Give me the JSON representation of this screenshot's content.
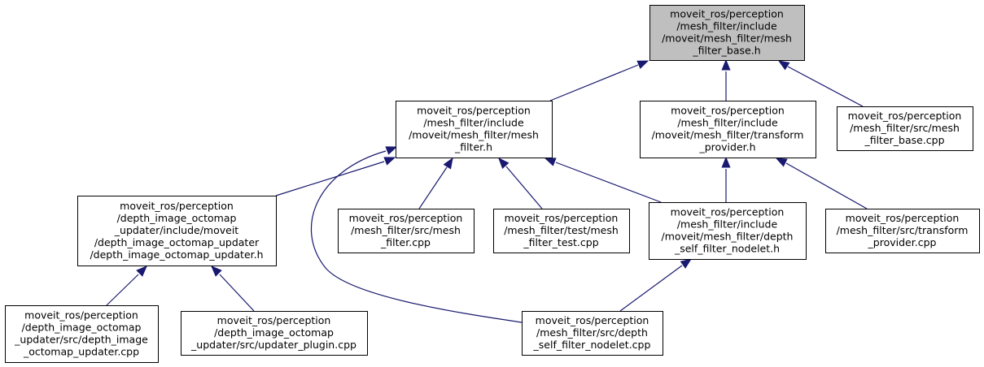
{
  "nodes": [
    {
      "id": "root",
      "lines": [
        "moveit_ros/perception",
        "/mesh_filter/include",
        "/moveit/mesh_filter/mesh",
        "_filter_base.h"
      ]
    },
    {
      "id": "mesh_filter_h",
      "lines": [
        "moveit_ros/perception",
        "/mesh_filter/include",
        "/moveit/mesh_filter/mesh",
        "_filter.h"
      ]
    },
    {
      "id": "transform_provider_h",
      "lines": [
        "moveit_ros/perception",
        "/mesh_filter/include",
        "/moveit/mesh_filter/transform",
        "_provider.h"
      ]
    },
    {
      "id": "mesh_filter_base_cpp",
      "lines": [
        "moveit_ros/perception",
        "/mesh_filter/src/mesh",
        "_filter_base.cpp"
      ]
    },
    {
      "id": "depth_image_octomap_updater_h",
      "lines": [
        "moveit_ros/perception",
        "/depth_image_octomap",
        "_updater/include/moveit",
        "/depth_image_octomap_updater",
        "/depth_image_octomap_updater.h"
      ]
    },
    {
      "id": "mesh_filter_cpp",
      "lines": [
        "moveit_ros/perception",
        "/mesh_filter/src/mesh",
        "_filter.cpp"
      ]
    },
    {
      "id": "mesh_filter_test_cpp",
      "lines": [
        "moveit_ros/perception",
        "/mesh_filter/test/mesh",
        "_filter_test.cpp"
      ]
    },
    {
      "id": "depth_self_filter_nodelet_h",
      "lines": [
        "moveit_ros/perception",
        "/mesh_filter/include",
        "/moveit/mesh_filter/depth",
        "_self_filter_nodelet.h"
      ]
    },
    {
      "id": "transform_provider_cpp",
      "lines": [
        "moveit_ros/perception",
        "/mesh_filter/src/transform",
        "_provider.cpp"
      ]
    },
    {
      "id": "depth_image_octomap_updater_cpp",
      "lines": [
        "moveit_ros/perception",
        "/depth_image_octomap",
        "_updater/src/depth_image",
        "_octomap_updater.cpp"
      ]
    },
    {
      "id": "updater_plugin_cpp",
      "lines": [
        "moveit_ros/perception",
        "/depth_image_octomap",
        "_updater/src/updater_plugin.cpp"
      ]
    },
    {
      "id": "depth_self_filter_nodelet_cpp",
      "lines": [
        "moveit_ros/perception",
        "/mesh_filter/src/depth",
        "_self_filter_nodelet.cpp"
      ]
    }
  ],
  "edges": [
    {
      "from": "mesh_filter_h",
      "to": "root"
    },
    {
      "from": "transform_provider_h",
      "to": "root"
    },
    {
      "from": "mesh_filter_base_cpp",
      "to": "root"
    },
    {
      "from": "depth_image_octomap_updater_h",
      "to": "mesh_filter_h"
    },
    {
      "from": "mesh_filter_cpp",
      "to": "mesh_filter_h"
    },
    {
      "from": "mesh_filter_test_cpp",
      "to": "mesh_filter_h"
    },
    {
      "from": "depth_self_filter_nodelet_h",
      "to": "mesh_filter_h"
    },
    {
      "from": "depth_self_filter_nodelet_cpp",
      "to": "mesh_filter_h"
    },
    {
      "from": "depth_self_filter_nodelet_h",
      "to": "transform_provider_h"
    },
    {
      "from": "transform_provider_cpp",
      "to": "transform_provider_h"
    },
    {
      "from": "depth_image_octomap_updater_cpp",
      "to": "depth_image_octomap_updater_h"
    },
    {
      "from": "updater_plugin_cpp",
      "to": "depth_image_octomap_updater_h"
    },
    {
      "from": "depth_self_filter_nodelet_cpp",
      "to": "depth_self_filter_nodelet_h"
    }
  ],
  "colors": {
    "edge": "#191970",
    "root_fill": "#bfbfbf",
    "node_fill": "#ffffff",
    "border": "#000000"
  }
}
